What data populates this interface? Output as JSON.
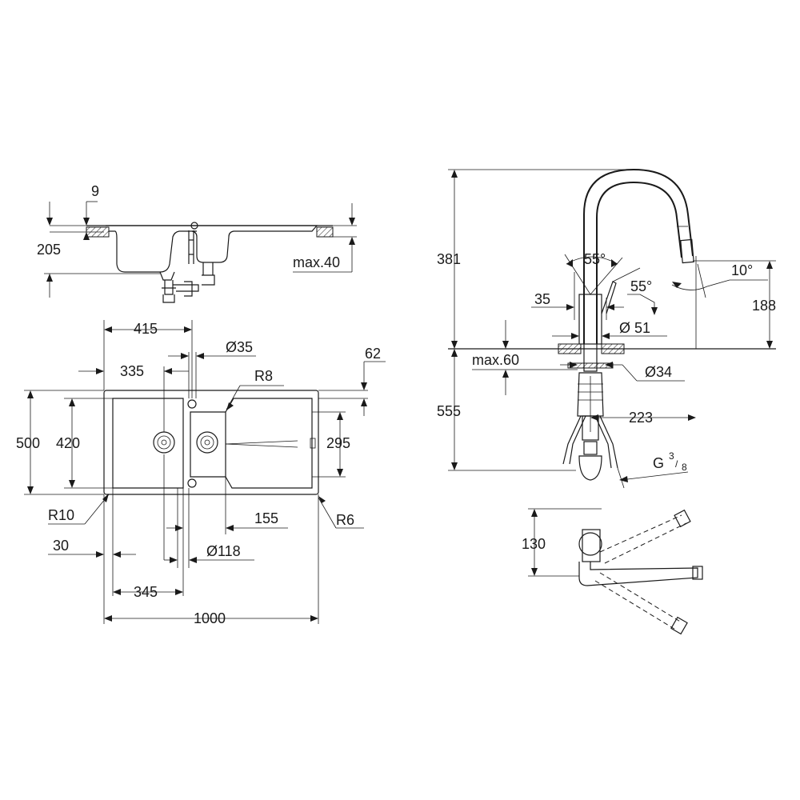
{
  "colors": {
    "ink": "#1a1a1a",
    "background": "#ffffff"
  },
  "side_view": {
    "dim_9": "9",
    "dim_205": "205",
    "dim_max40": "max.40"
  },
  "top_view": {
    "dim_415": "415",
    "dim_35": "Ø35",
    "dim_62": "62",
    "dim_335": "335",
    "dim_r8": "R8",
    "dim_500": "500",
    "dim_420": "420",
    "dim_295": "295",
    "dim_r10": "R10",
    "dim_155": "155",
    "dim_r6": "R6",
    "dim_30": "30",
    "dim_118": "Ø118",
    "dim_345": "345",
    "dim_1000": "1000"
  },
  "faucet": {
    "dim_381": "381",
    "dim_55a": "55°",
    "dim_55b": "55°",
    "dim_10": "10°",
    "dim_35": "35",
    "dim_188": "188",
    "dim_51": "Ø 51",
    "dim_max60": "max.60",
    "dim_34": "Ø34",
    "dim_555": "555",
    "dim_223": "223",
    "dim_g": "G",
    "dim_g_num": "3",
    "dim_g_den": "8",
    "dim_130": "130"
  }
}
